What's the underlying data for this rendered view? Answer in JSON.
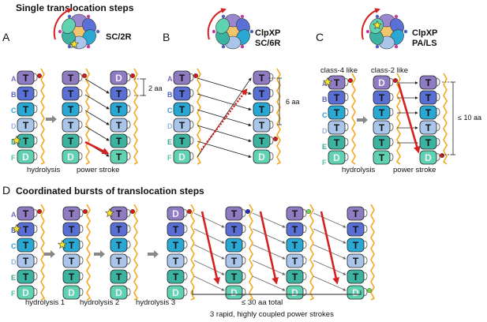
{
  "panels": {
    "a": {
      "letter": "A",
      "heading": "Single translocation steps",
      "model": "SC/2R",
      "dim": "2 aa",
      "label1": "hydrolysis",
      "label2": "power stroke"
    },
    "b": {
      "letter": "B",
      "model1": "ClpXP",
      "model2": "SC/6R",
      "dim": "6 aa"
    },
    "c": {
      "letter": "C",
      "model1": "ClpXP",
      "model2": "PA/LS",
      "class4": "class-4 like",
      "class2": "class-2 like",
      "dim": "≤ 10 aa",
      "label1": "hydrolysis",
      "label2": "power stroke"
    },
    "d": {
      "letter": "D",
      "heading": "Coordinated bursts of translocation steps",
      "h1": "hydrolysis 1",
      "h2": "hydrolysis 2",
      "h3": "hydrolysis 3",
      "total": "≤ 30 aa total",
      "note": "3 rapid, highly coupled power strokes"
    }
  },
  "subunit_letters": [
    "A",
    "B",
    "C",
    "D",
    "E",
    "F"
  ],
  "nucleotide": {
    "atp": "T",
    "adp": "D"
  },
  "colors": {
    "A": "#8e7bc2",
    "B": "#5a6fd3",
    "C": "#2aa8d4",
    "D": "#a9c6ea",
    "E": "#3cb3a0",
    "F": "#5fd2b1",
    "letters": [
      "#7d68b8",
      "#4f66c8",
      "#2b9fd0",
      "#93b6e0",
      "#35a896",
      "#52c3a6"
    ],
    "arrow_red": "#d62020",
    "substrate": "#f4a81d",
    "dot_red": "#cc1d1d"
  },
  "icons": [
    "hexamer-ring-icon",
    "curved-arrow-icon",
    "star-icon"
  ]
}
